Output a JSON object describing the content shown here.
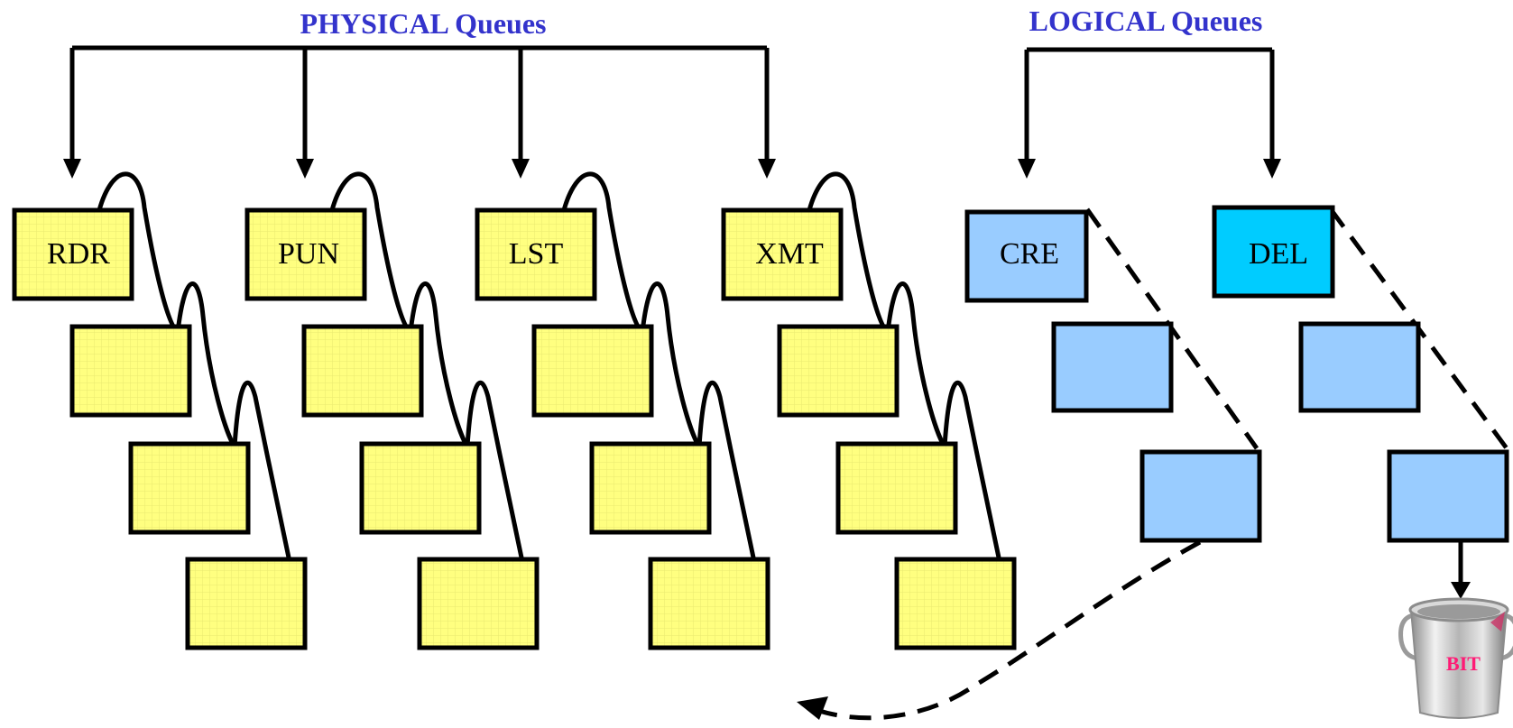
{
  "titles": {
    "physical": "PHYSICAL Queues",
    "logical": "LOGICAL Queues"
  },
  "physical_queues": [
    {
      "label": "RDR"
    },
    {
      "label": "PUN"
    },
    {
      "label": "LST"
    },
    {
      "label": "XMT"
    }
  ],
  "logical_queues": [
    {
      "label": "CRE"
    },
    {
      "label": "DEL"
    }
  ],
  "bucket": {
    "label": "BIT"
  },
  "colors": {
    "physical_fill": "#ffff80",
    "create_fill": "#99ccff",
    "delete_head_fill": "#00ccff",
    "title": "#3333cc",
    "bucket_text": "#ff1a75"
  }
}
